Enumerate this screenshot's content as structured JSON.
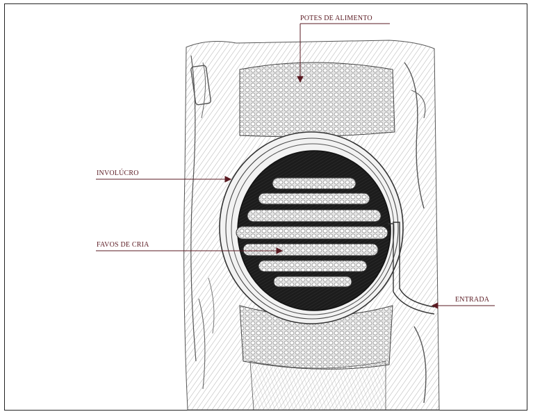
{
  "diagram": {
    "labels": {
      "potes": "POTES DE ALIMENTO",
      "involucro": "INVOLÚCRO",
      "favos": "FAVOS DE CRIA",
      "entrada": "ENTRADA"
    },
    "colors": {
      "leader_line": "#5a1a22",
      "ink": "#2a2a2a",
      "chamber": "#1c1c1c",
      "comb": "#d9d9d9",
      "border": "#222222"
    },
    "comb_count": 7
  }
}
